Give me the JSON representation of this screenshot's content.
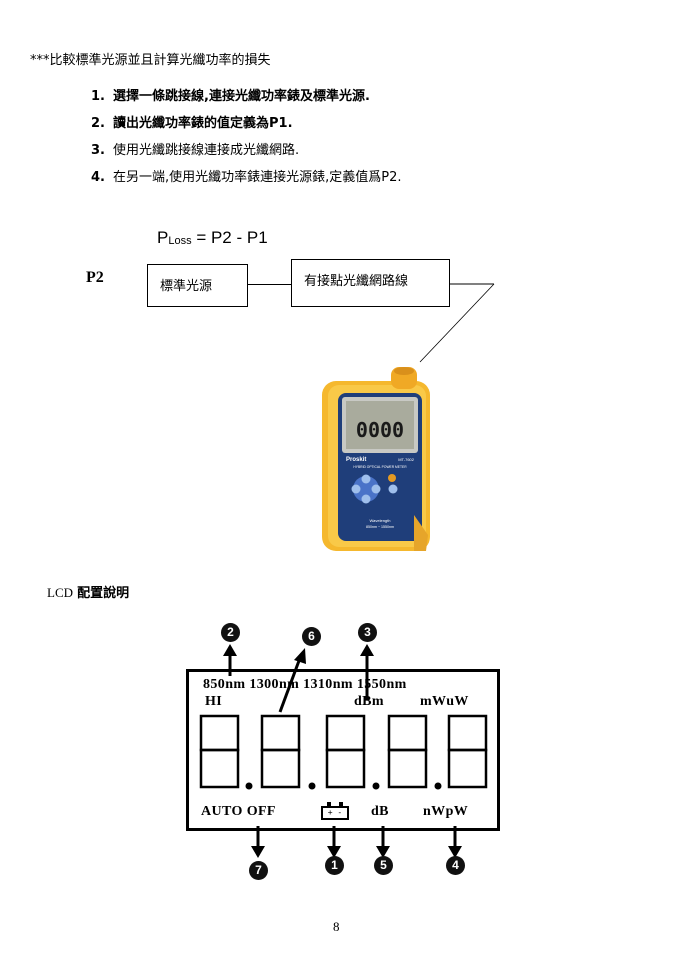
{
  "intro": "***比較標準光源並且計算光纖功率的損失",
  "steps": [
    {
      "num": "1.",
      "text": "選擇一條跳接線,連接光纖功率錶及標準光源."
    },
    {
      "num": "2.",
      "text": "讀出光纖功率錶的值定義為P1."
    },
    {
      "num": "3.",
      "text": "使用光纖跳接線連接成光纖網路."
    },
    {
      "num": "4.",
      "text": "在另一端,使用光纖功率錶連接光源錶,定義值爲P2."
    }
  ],
  "formula": {
    "p": "P",
    "sub": "Loss",
    "rest": " = P2 - P1"
  },
  "diagram": {
    "label": "P2",
    "box1": "標準光源",
    "box2": "有接點光纖網路線"
  },
  "meter": {
    "display": "0000",
    "brand": "Proskit",
    "model": "MT-7602",
    "subtitle": "HYBRID OPTICAL POWER METER",
    "wavelength_label": "Wavelength",
    "wavelength_value": "850nm ~ 1550nm"
  },
  "lcd_title": {
    "en": "LCD",
    "zh": "配置說明"
  },
  "lcd": {
    "top_row": "850nm 1300nm 1310nm 1550nm",
    "hi": "HI",
    "dbm": "dBm",
    "mwuw": "mWuW",
    "auto_off": "AUTO OFF",
    "battery": "+ -",
    "db": "dB",
    "nwpw": "nWpW"
  },
  "callouts": [
    "2",
    "6",
    "3",
    "7",
    "1",
    "5",
    "4"
  ],
  "page_number": "8"
}
